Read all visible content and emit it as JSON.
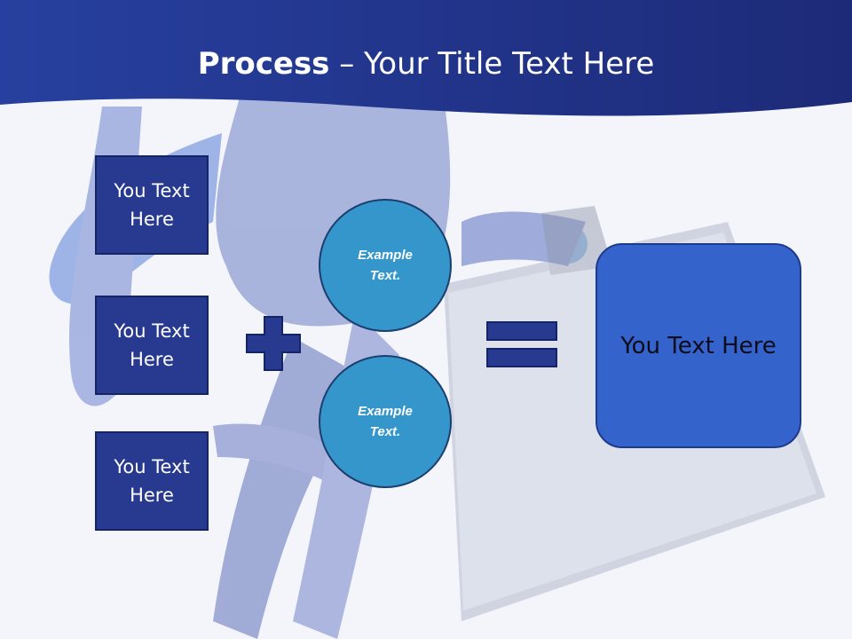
{
  "slide": {
    "title_bold": "Process",
    "title_rest": " – Your Title Text Here",
    "left_boxes": [
      {
        "label": "You Text Here"
      },
      {
        "label": "You Text Here"
      },
      {
        "label": "You Text Here"
      }
    ],
    "circles": [
      {
        "label": "Example Text."
      },
      {
        "label": "Example Text."
      }
    ],
    "result_label": "You Text Here",
    "colors": {
      "header": "#24399a",
      "box": "#283a8f",
      "circle": "#3596cc",
      "result": "#3463cc",
      "operator": "#283a8f"
    }
  }
}
